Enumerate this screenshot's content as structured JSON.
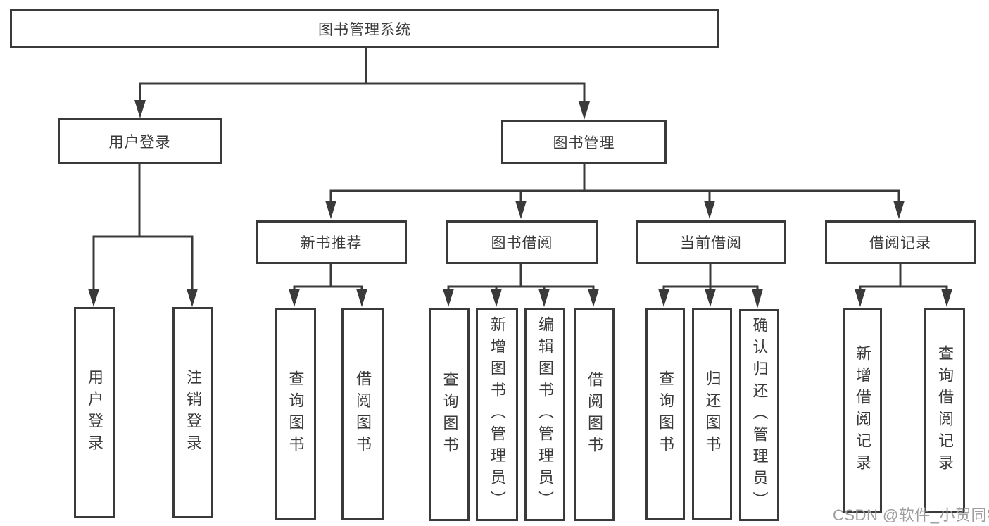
{
  "nodes": {
    "root": {
      "label": "图书管理系统"
    },
    "user_login": {
      "label": "用户登录"
    },
    "book_mgmt": {
      "label": "图书管理"
    },
    "new_book": {
      "label": "新书推荐"
    },
    "book_borrow": {
      "label": "图书借阅"
    },
    "current_borrow": {
      "label": "当前借阅"
    },
    "borrow_record": {
      "label": "借阅记录"
    },
    "user_login_children": {
      "login": "用户登录",
      "logout": "注销登录"
    },
    "new_book_children": {
      "query": "查询图书",
      "borrow": "借阅图书"
    },
    "book_borrow_children": {
      "query": "查询图书",
      "add": "新增图书（管理员）",
      "edit": "编辑图书（管理员）",
      "borrow": "借阅图书"
    },
    "current_borrow_children": {
      "query": "查询图书",
      "return": "归还图书",
      "confirm": "确认归还（管理员）"
    },
    "borrow_record_children": {
      "add": "新增借阅记录",
      "query": "查询借阅记录"
    }
  },
  "watermark": "CSDN @软件_小贺同学",
  "colors": {
    "line": "#3a3a3a",
    "text": "#3a3a3a",
    "watermark": "#9d9d9d",
    "background": "#ffffff"
  }
}
